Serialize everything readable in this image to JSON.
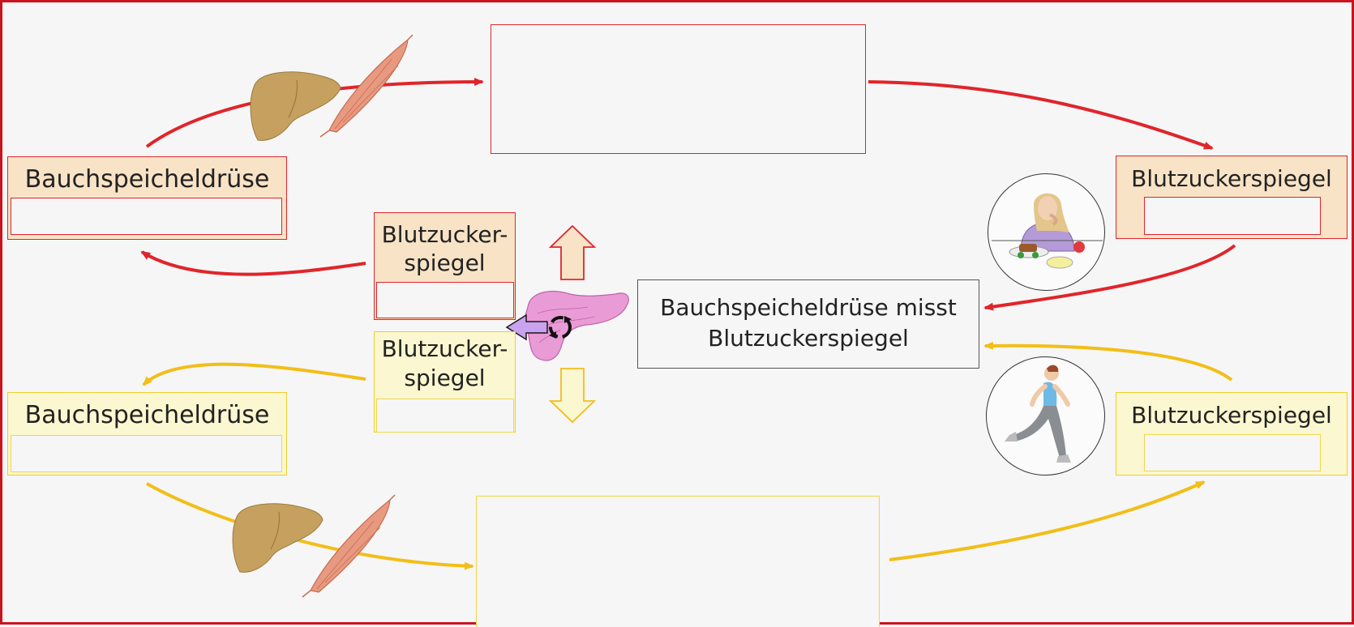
{
  "diagram": {
    "high_cycle": {
      "left_label": "Bauchspeicheldrüse",
      "right_label": "Blutzuckerspiegel",
      "center_line1": "Blutzucker-",
      "center_line2": "spiegel",
      "color": "#e0252b",
      "fill": "#f8e3c6"
    },
    "low_cycle": {
      "left_label": "Bauchspeicheldrüse",
      "right_label": "Blutzuckerspiegel",
      "center_line1": "Blutzucker-",
      "center_line2": "spiegel",
      "color": "#f2be18",
      "fill": "#fbf7d0"
    },
    "sensor": {
      "line1": "Bauchspeicheldrüse misst",
      "line2": "Blutzuckerspiegel"
    },
    "icons": [
      "liver-icon",
      "muscle-icon",
      "pancreas-icon",
      "eating-woman-icon",
      "running-woman-icon",
      "arrow-up-icon",
      "arrow-down-icon"
    ]
  }
}
